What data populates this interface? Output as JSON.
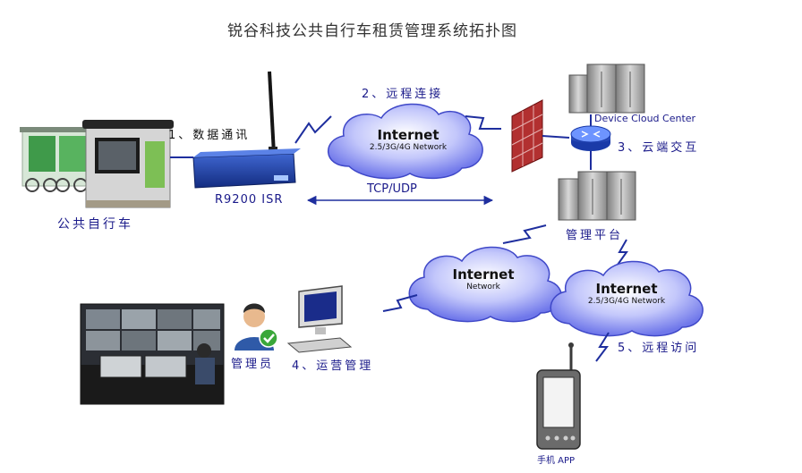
{
  "title": "锐谷科技公共自行车租赁管理系统拓扑图",
  "labels": {
    "bike": "公共自行车",
    "router": "R9200 ISR",
    "step1": "1、数据通讯",
    "step2": "2、远程连接",
    "step3": "3、云端交互",
    "step4": "4、运营管理",
    "step5": "5、远程访问",
    "platform": "管理平台",
    "cloud_center": "Device Cloud Center",
    "admin": "管理员",
    "tcp": "TCP/UDP",
    "phone": "手机 APP"
  },
  "clouds": [
    {
      "title": "Internet",
      "sub": "2.5/3G/4G Network"
    },
    {
      "title": "Internet",
      "sub": "Network"
    },
    {
      "title": "Internet",
      "sub": "2.5/3G/4G Network"
    }
  ],
  "colors": {
    "label_blue": "#1a1a8a",
    "cloud_fill": "#7f86f0",
    "link_blue": "#1e2e9e",
    "router_blue": "#1d3fa8",
    "firewall_red": "#a52020",
    "server_gray": "#9a9a9a"
  }
}
